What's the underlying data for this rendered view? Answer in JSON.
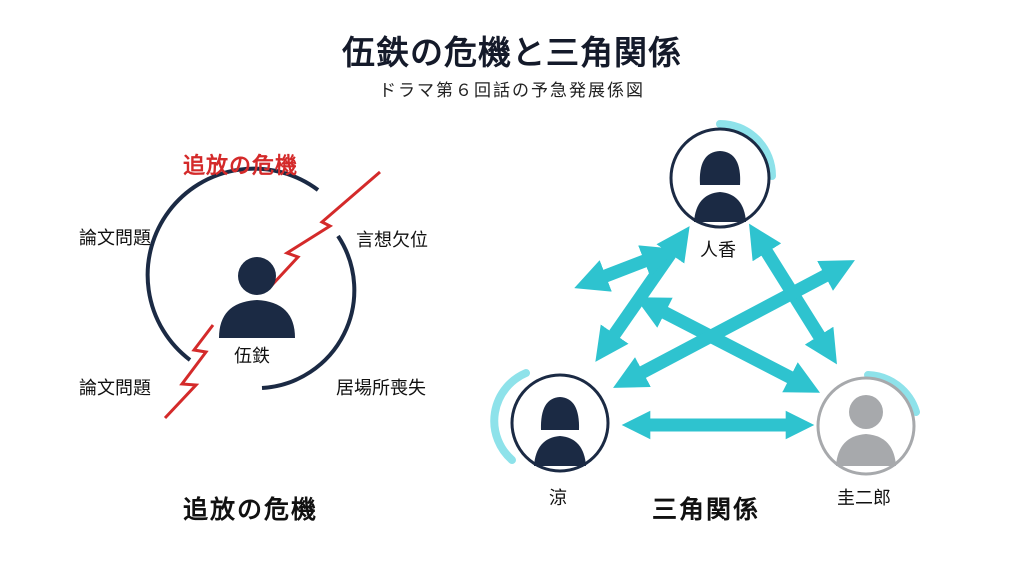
{
  "title": "伍鉄の危機と三角関係",
  "subtitle": "ドラマ第６回話の予急発展係図",
  "colors": {
    "navy": "#1b2a44",
    "red": "#d42a2a",
    "cyan": "#2ec3cf",
    "gray": "#a7a9ac"
  },
  "left_panel": {
    "crisis_label": "追放の危機",
    "center_name": "伍鉄",
    "issues": [
      "論文問題",
      "言想欠位",
      "論文問題",
      "居場所喪失"
    ],
    "caption": "追放の危機"
  },
  "right_panel": {
    "people": [
      {
        "name": "人香",
        "role": "top",
        "icon": "person-icon"
      },
      {
        "name": "涼",
        "role": "bottom-left",
        "icon": "person-icon"
      },
      {
        "name": "圭二郎",
        "role": "bottom-right",
        "icon": "person-icon"
      }
    ],
    "caption": "三角関係"
  }
}
